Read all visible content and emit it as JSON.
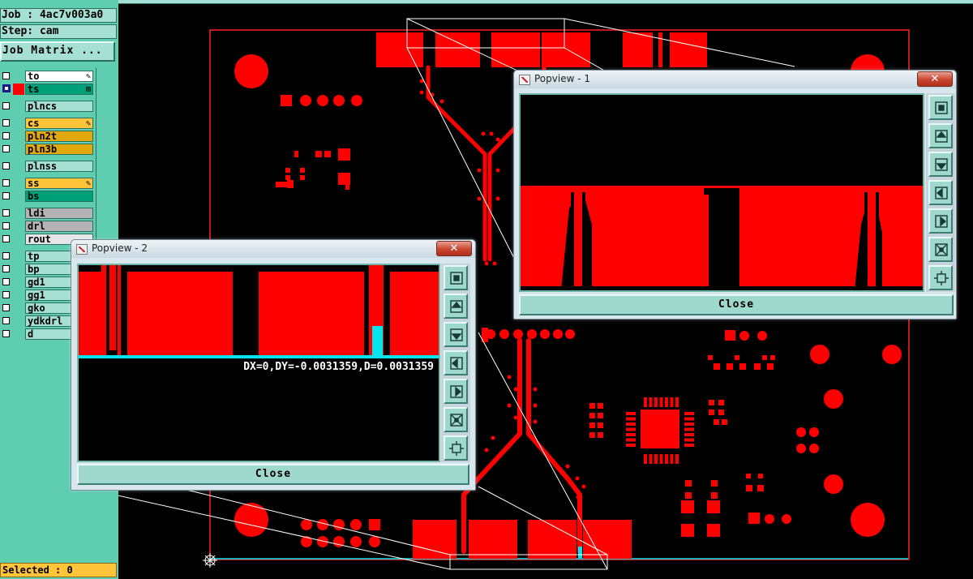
{
  "job_label": "Job : 4ac7v003a0",
  "step_label": "Step: cam",
  "job_matrix_button": "Job Matrix ...",
  "layers": [
    {
      "name": "to",
      "color": "#ffffff",
      "mark": "✎",
      "swatch": "",
      "active": false
    },
    {
      "name": "ts",
      "color": "#00a078",
      "mark": "⊞",
      "swatch": "#ff0000",
      "active": true
    },
    {
      "name": "plncs",
      "color": "#a6e0d4",
      "mark": "",
      "swatch": "",
      "active": false
    },
    {
      "name": "cs",
      "color": "#ffc43a",
      "mark": "✎",
      "swatch": "",
      "active": false
    },
    {
      "name": "pln2t",
      "color": "#e2a810",
      "mark": "",
      "swatch": "",
      "active": false
    },
    {
      "name": "pln3b",
      "color": "#e2a810",
      "mark": "",
      "swatch": "",
      "active": false
    },
    {
      "name": "plnss",
      "color": "#a6e0d4",
      "mark": "",
      "swatch": "",
      "active": false
    },
    {
      "name": "ss",
      "color": "#ffc43a",
      "mark": "✎",
      "swatch": "",
      "active": false
    },
    {
      "name": "bs",
      "color": "#00a078",
      "mark": "",
      "swatch": "",
      "active": false
    },
    {
      "name": "ldi",
      "color": "#b4b4b4",
      "mark": "",
      "swatch": "",
      "active": false
    },
    {
      "name": "drl",
      "color": "#b4b4b4",
      "mark": "",
      "swatch": "",
      "active": false
    },
    {
      "name": "rout",
      "color": "#e6e6e6",
      "mark": "",
      "swatch": "",
      "active": false
    },
    {
      "name": "tp",
      "color": "#a6e0d4",
      "mark": "",
      "swatch": "",
      "active": false
    },
    {
      "name": "bp",
      "color": "#a6e0d4",
      "mark": "",
      "swatch": "",
      "active": false
    },
    {
      "name": "gd1",
      "color": "#a6e0d4",
      "mark": "",
      "swatch": "",
      "active": false
    },
    {
      "name": "gg1",
      "color": "#a6e0d4",
      "mark": "",
      "swatch": "",
      "active": false
    },
    {
      "name": "gko",
      "color": "#a6e0d4",
      "mark": "",
      "swatch": "",
      "active": false
    },
    {
      "name": "ydkdrl",
      "color": "#a6e0d4",
      "mark": "",
      "swatch": "",
      "active": false
    },
    {
      "name": "d",
      "color": "#a6e0d4",
      "mark": "",
      "swatch": "",
      "active": false
    }
  ],
  "selected_status": "Selected : 0",
  "popview1": {
    "title": "Popview - 1",
    "close_label": "Close"
  },
  "popview2": {
    "title": "Popview - 2",
    "close_label": "Close",
    "measure": "DX=0,DY=-0.0031359,D=0.0031359"
  },
  "titlebar_close_glyph": "✕",
  "toolbar_tools": [
    "zoom-window-icon",
    "pan-up-icon",
    "pan-down-icon",
    "pan-left-icon",
    "pan-right-icon",
    "zoom-fit-icon",
    "zoom-home-icon"
  ],
  "colors": {
    "feature": "#ff0000",
    "profile": "#ff2020",
    "measure": "#00e5ee",
    "panel": "#5ecdb0",
    "button": "#9fd8cc"
  }
}
